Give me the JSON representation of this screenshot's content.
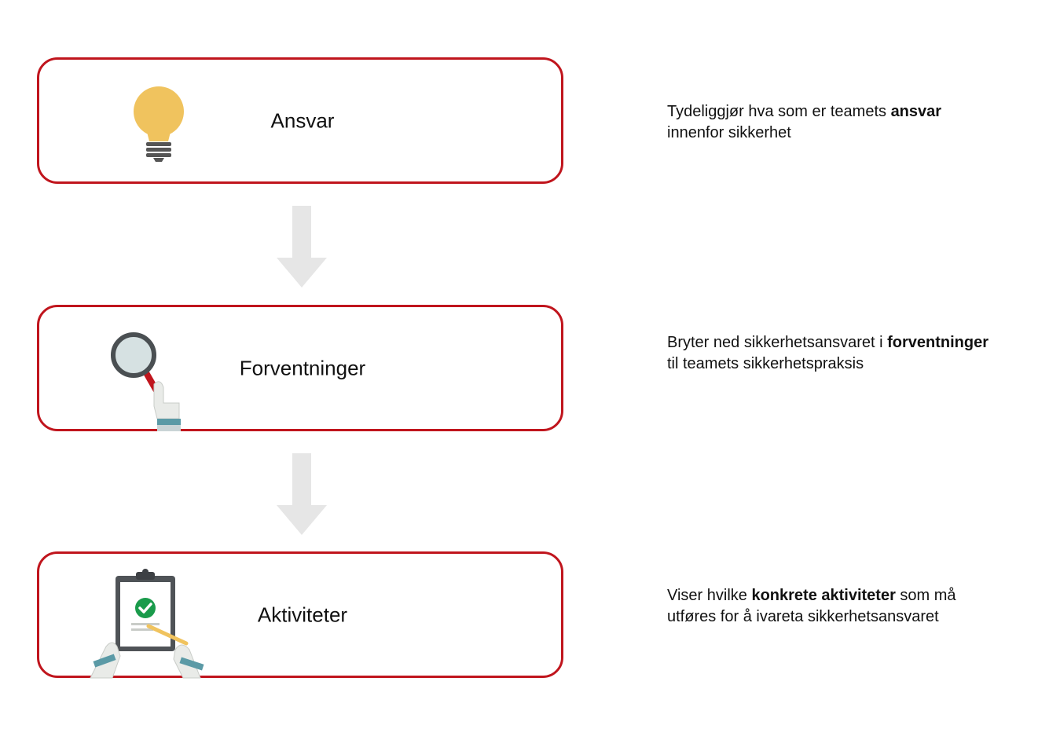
{
  "steps": [
    {
      "title": "Ansvar",
      "icon": "lightbulb-icon",
      "description": {
        "before": "Tydeliggjør hva som er teamets ",
        "bold": "ansvar",
        "after": " innenfor sikkerhet"
      }
    },
    {
      "title": "Forventninger",
      "icon": "magnifying-glass-icon",
      "description": {
        "before": "Bryter ned sikkerhetsansvaret i ",
        "bold": "forventninger",
        "after": " til teamets sikkerhetspraksis"
      }
    },
    {
      "title": "Aktiviteter",
      "icon": "clipboard-checklist-icon",
      "description": {
        "before": "Viser hvilke ",
        "bold": "konkrete aktiviteter",
        "after": " som må utføres for å ivareta sikkerhetsansvaret"
      }
    }
  ],
  "colors": {
    "box_border": "#c0151d",
    "arrow": "#e6e6e6",
    "bulb": "#f0c35e",
    "check": "#1a9b4b"
  }
}
